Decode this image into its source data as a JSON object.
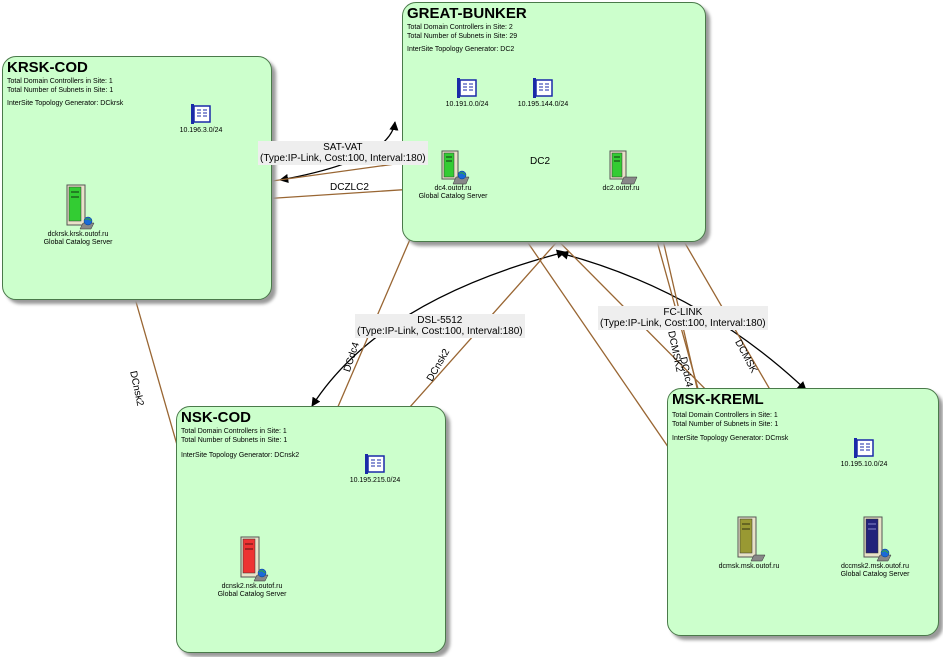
{
  "sites": {
    "great_bunker": {
      "name": "GREAT-BUNKER",
      "dc_count": "Total Domain Controllers in Site: 2",
      "subnet_count": "Total Number of Subnets in Site: 29",
      "istg": "InterSite Topology Generator: DC2",
      "subnets": [
        "10.191.0.0/24",
        "10.195.144.0/24"
      ],
      "servers": [
        {
          "name": "dc4.outof.ru",
          "role": "Global Catalog Server"
        },
        {
          "name": "dc2.outof.ru",
          "role": ""
        }
      ]
    },
    "krsk_cod": {
      "name": "KRSK-COD",
      "dc_count": "Total Domain Controllers in Site: 1",
      "subnet_count": "Total Number of Subnets in Site: 1",
      "istg": "InterSite Topology Generator: DCkrsk",
      "subnets": [
        "10.196.3.0/24"
      ],
      "servers": [
        {
          "name": "dckrsk.krsk.outof.ru",
          "role": "Global Catalog Server"
        }
      ]
    },
    "nsk_cod": {
      "name": "NSK-COD",
      "dc_count": "Total Domain Controllers in Site: 1",
      "subnet_count": "Total Number of Subnets in Site: 1",
      "istg": "InterSite Topology Generator: DCnsk2",
      "subnets": [
        "10.195.215.0/24"
      ],
      "servers": [
        {
          "name": "dcnsk2.nsk.outof.ru",
          "role": "Global Catalog Server"
        }
      ]
    },
    "msk_kreml": {
      "name": "MSK-KREML",
      "dc_count": "Total Domain Controllers in Site: 1",
      "subnet_count": "Total Number of Subnets in Site: 1",
      "istg": "InterSite Topology Generator: DCmsk",
      "subnets": [
        "10.195.10.0/24"
      ],
      "servers": [
        {
          "name": "dcmsk.msk.outof.ru",
          "role": ""
        },
        {
          "name": "dccmsk2.msk.outof.ru",
          "role": "Global Catalog Server"
        }
      ]
    }
  },
  "site_links": [
    {
      "name": "SAT-VAT",
      "detail": "(Type:IP-Link, Cost:100, Interval:180)"
    },
    {
      "name": "DSL-5512",
      "detail": "(Type:IP-Link, Cost:100, Interval:180)"
    },
    {
      "name": "FC-LINK",
      "detail": "(Type:IP-Link, Cost:100, Interval:180)"
    }
  ],
  "connections": [
    "DC2",
    "DCZLC2",
    "DCnsk2",
    "DCdc4",
    "DCnsk2",
    "DCMSK2",
    "DCMSK",
    "DCdc4"
  ],
  "colors": {
    "site_fill": "#ccffcc",
    "connection": "#996633",
    "connection_red": "#cc3333",
    "site_link": "#000000",
    "server_green": "#33cc33",
    "server_red": "#ee3333",
    "server_olive": "#999933",
    "server_navy": "#22227a"
  },
  "icons": [
    "subnet-book-icon",
    "server-icon"
  ]
}
